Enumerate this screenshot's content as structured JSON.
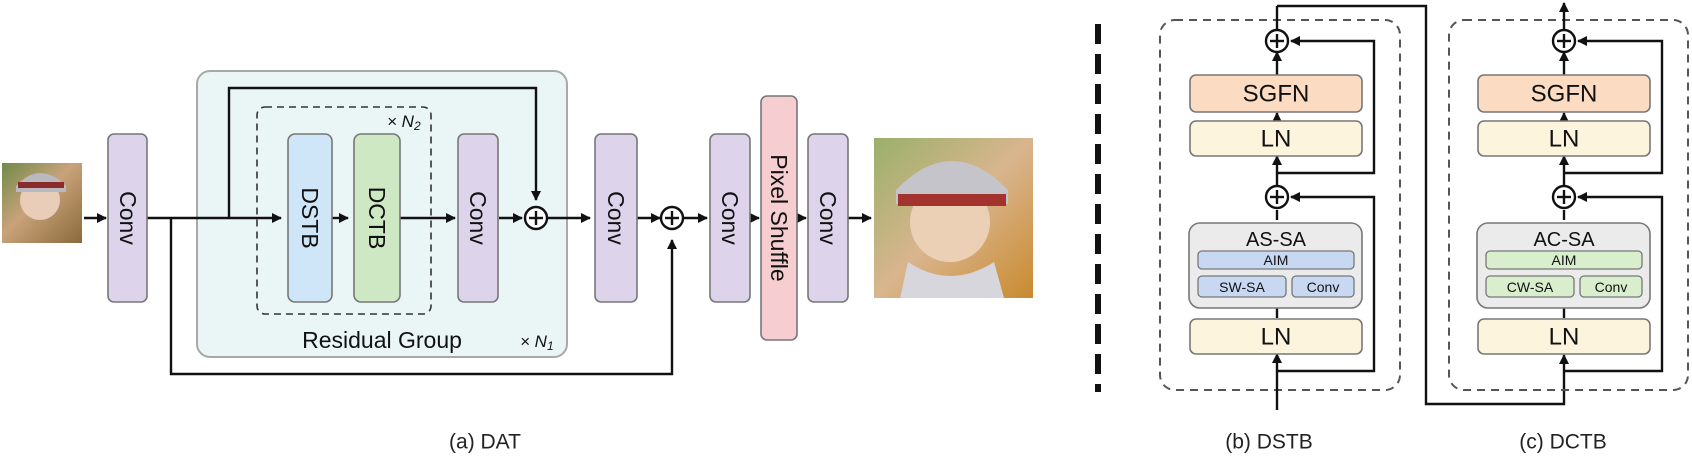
{
  "dat": {
    "conv1": "Conv",
    "dstb": "DSTB",
    "dctb": "DCTB",
    "conv2": "Conv",
    "conv3": "Conv",
    "conv4": "Conv",
    "pixel_shuffle": "Pixel Shuffle",
    "conv5": "Conv",
    "residual_group": "Residual Group",
    "n1": "× N",
    "n1_sub": "1",
    "n2": "× N",
    "n2_sub": "2",
    "caption": "(a) DAT"
  },
  "dstb": {
    "sgfn": "SGFN",
    "ln_top": "LN",
    "attn_title": "AS-SA",
    "aim": "AIM",
    "sub1": "SW-SA",
    "sub2": "Conv",
    "ln_bottom": "LN",
    "caption": "(b) DSTB"
  },
  "dctb": {
    "sgfn": "SGFN",
    "ln_top": "LN",
    "attn_title": "AC-SA",
    "aim": "AIM",
    "sub1": "CW-SA",
    "sub2": "Conv",
    "ln_bottom": "LN",
    "caption": "(c) DCTB"
  },
  "colors": {
    "conv": "#ddd4ec",
    "dstb_block": "#cfe6f8",
    "dctb_block": "#cfe8c4",
    "pixel_shuffle": "#f6cdd0",
    "residual_group": "#eaf6f6",
    "sgfn": "#fbdcc2",
    "ln": "#fdf4dd",
    "attn_bg": "#ebebeb",
    "dstb_sub": "#c8d8f2",
    "dctb_sub": "#d8eecc"
  }
}
